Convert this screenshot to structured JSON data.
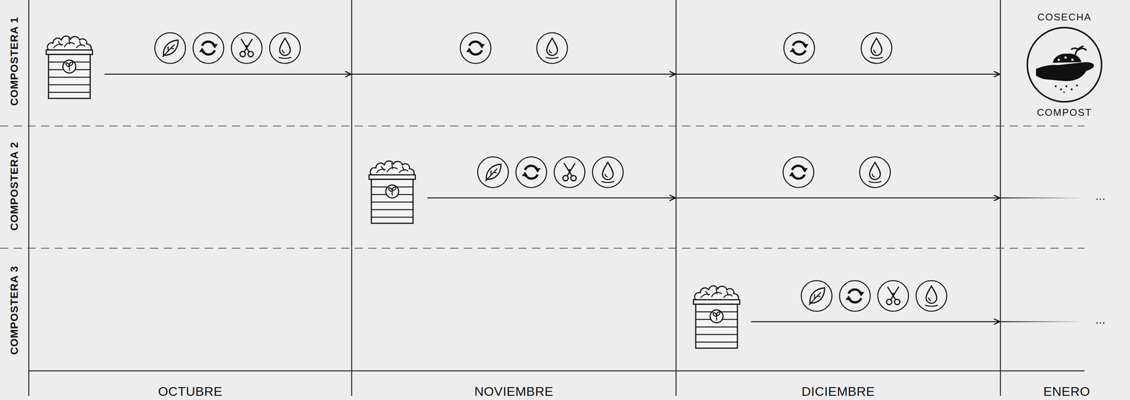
{
  "diagram": {
    "nodes": [
      {
        "text": [
          "COSECHA",
          "COMPOST"
        ]
      }
    ],
    "labels": [
      "COMPOSTERA 1",
      "COMPOSTERA 2",
      "COMPOSTERA 3",
      "OCTUBRE",
      "NOVIEMBRE",
      "DICIEMBRE",
      "ENERO",
      "...",
      "..."
    ]
  }
}
